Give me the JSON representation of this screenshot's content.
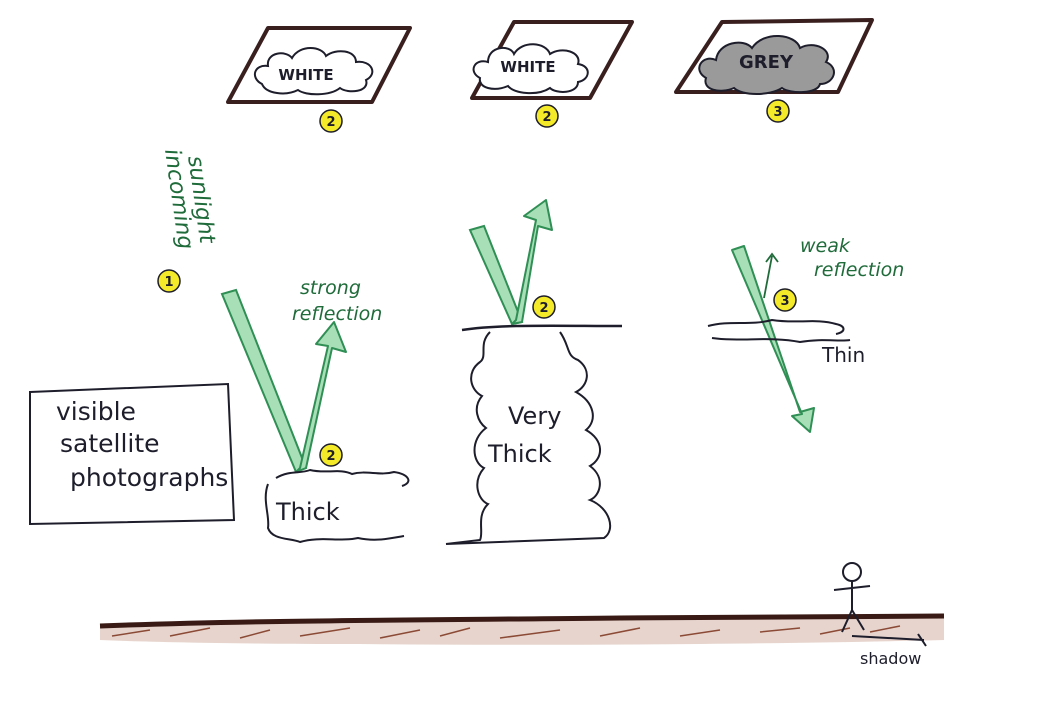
{
  "colors": {
    "arrow_fill": "#a8dfb6",
    "arrow_stroke": "#2f8f55",
    "badge_fill": "#f4ea2a",
    "ground": "#8b4a35",
    "green_text": "#1f6b3a",
    "ink": "#1d1d2b",
    "grey_cloud": "#8a8a8a"
  },
  "satellite_images": [
    {
      "label": "WHITE",
      "badge": "2"
    },
    {
      "label": "WHITE",
      "badge": "2"
    },
    {
      "label": "GREY",
      "badge": "3"
    }
  ],
  "incoming": {
    "line1": "incoming",
    "line2": "sunlight",
    "badge": "1"
  },
  "box_label": {
    "line1": "visible",
    "line2": "satellite",
    "line3": "photographs"
  },
  "scene_thick": {
    "label": "Thick",
    "badge": "2",
    "caption1": "strong",
    "caption2": "reflection"
  },
  "scene_very_thick": {
    "label1": "Very",
    "label2": "Thick",
    "badge": "2"
  },
  "scene_thin": {
    "label": "Thin",
    "badge": "3",
    "caption1": "weak",
    "caption2": "reflection"
  },
  "ground": {
    "shadow_label": "shadow"
  }
}
